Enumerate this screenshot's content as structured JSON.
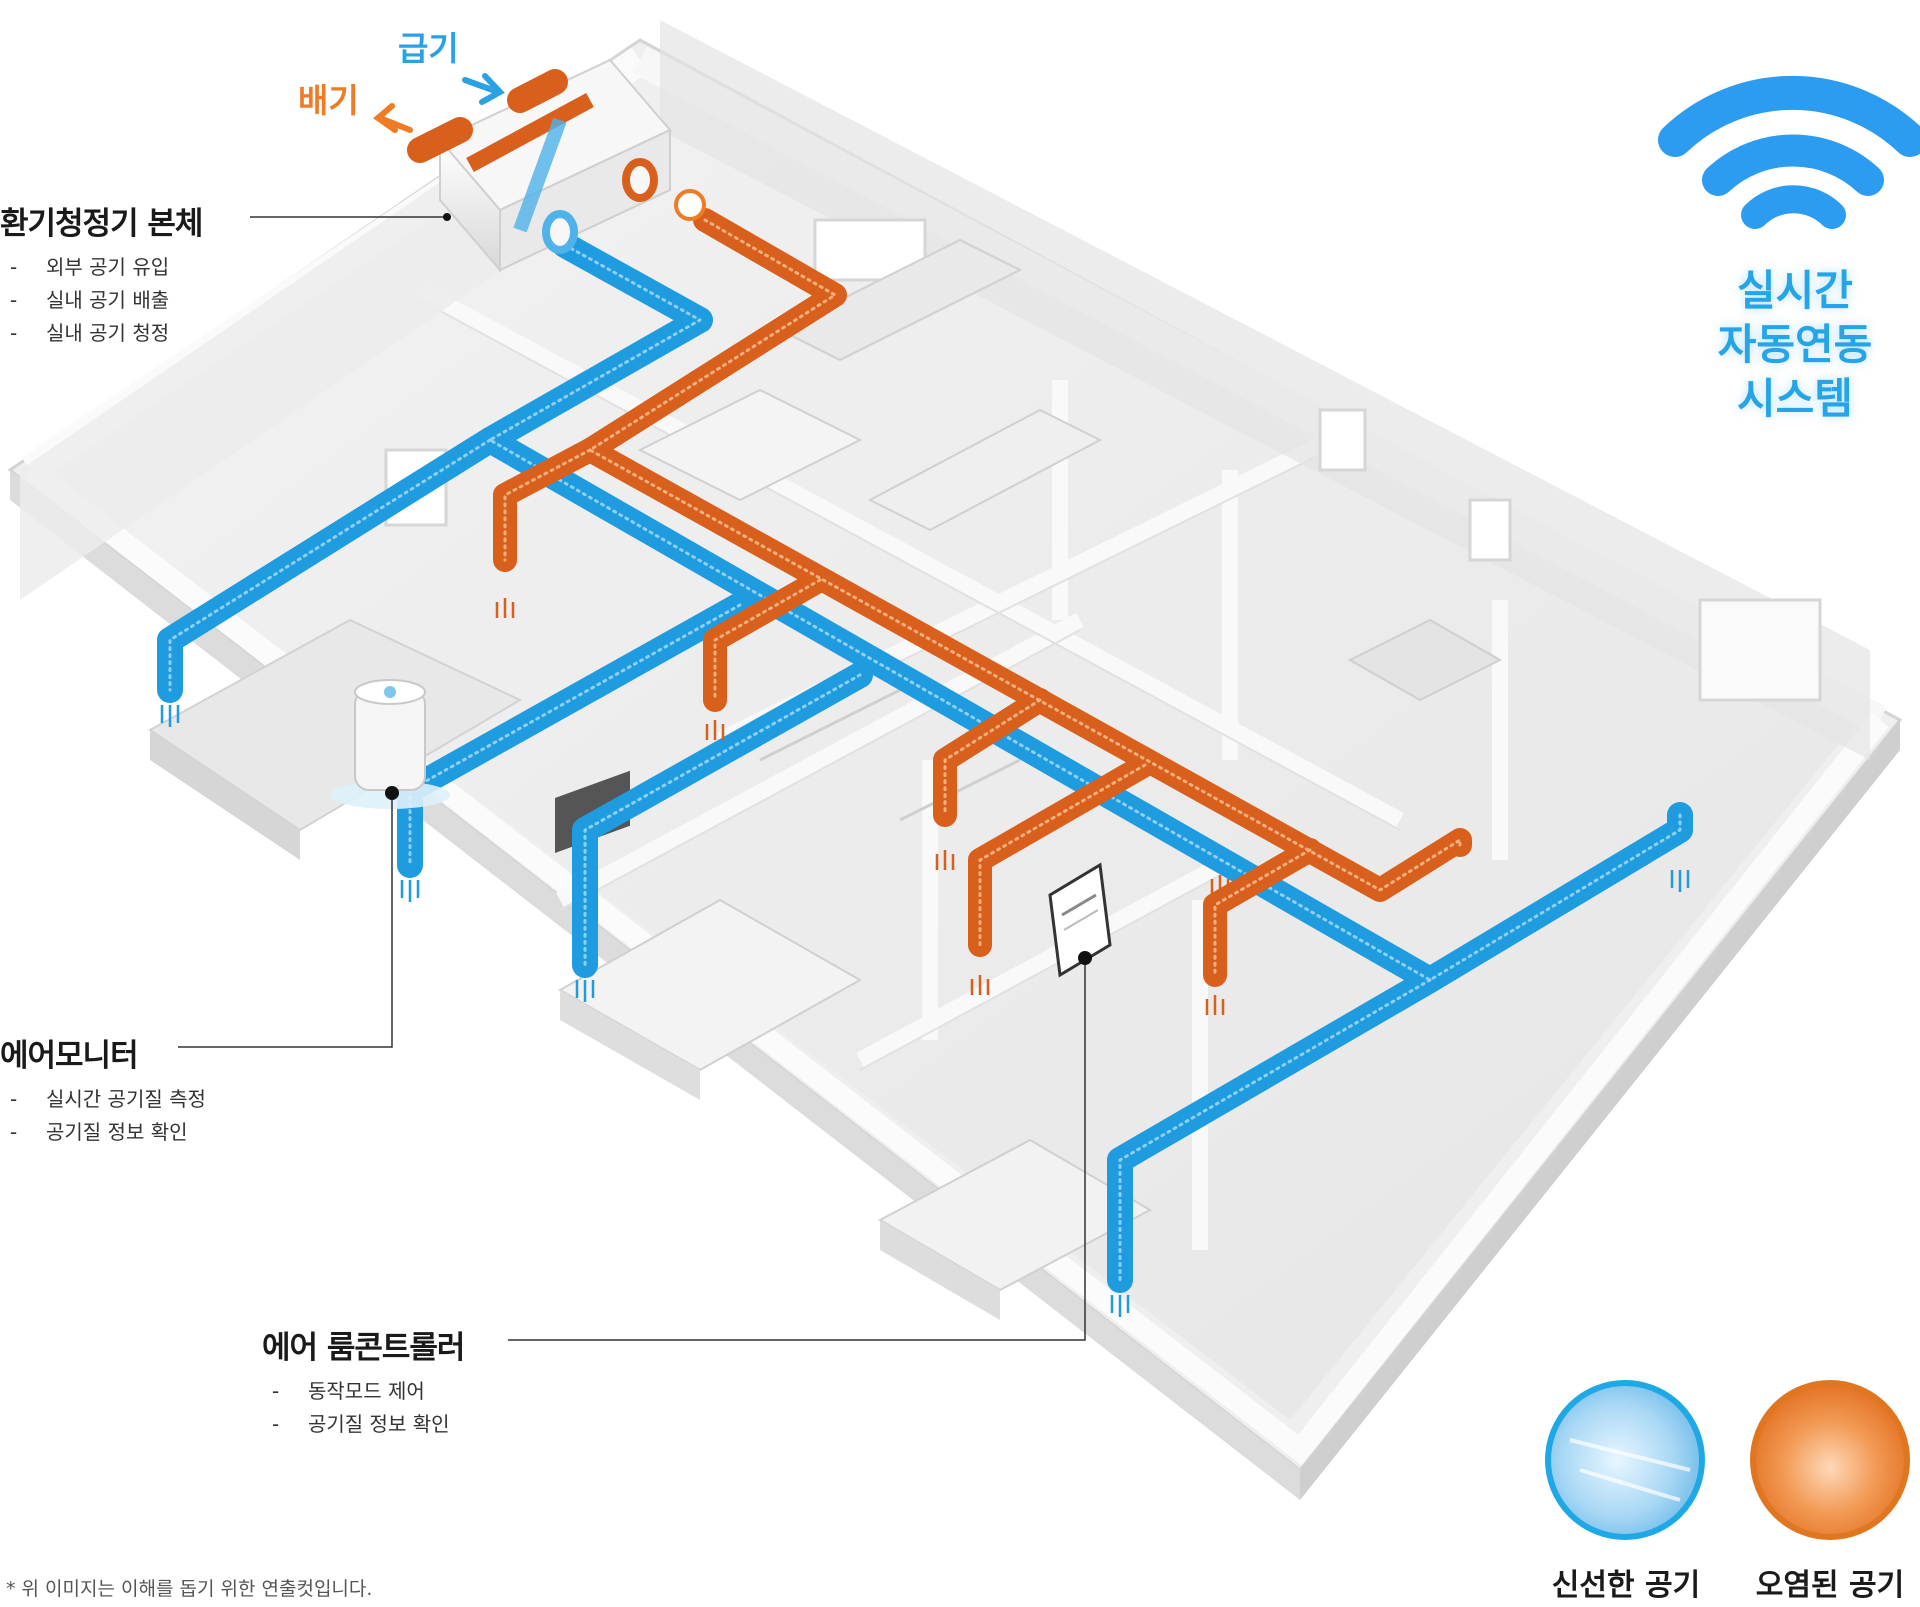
{
  "unit_label": "환기청정기 본체",
  "unit_features": [
    "외부 공기 유입",
    "실내 공기 배출",
    "실내 공기 청정"
  ],
  "monitor_label": "에어모니터",
  "monitor_features": [
    "실시간 공기질 측정",
    "공기질 정보 확인"
  ],
  "controller_label": "에어 룸콘트롤러",
  "controller_features": [
    "동작모드 제어",
    "공기질 정보 확인"
  ],
  "supply_label": "급기",
  "exhaust_label": "배기",
  "system_text": [
    "실시간",
    "자동연동",
    "시스템"
  ],
  "legend": {
    "fresh": "신선한 공기",
    "polluted": "오염된 공기"
  },
  "footnote": "* 위 이미지는 이해를 돕기 위한 연출컷입니다.",
  "colors": {
    "fresh": "#1f9be0",
    "polluted": "#d9601c",
    "wifi": "#2b9cf0"
  },
  "icons": [
    "wifi-icon",
    "air-monitor-device",
    "room-controller-device"
  ]
}
